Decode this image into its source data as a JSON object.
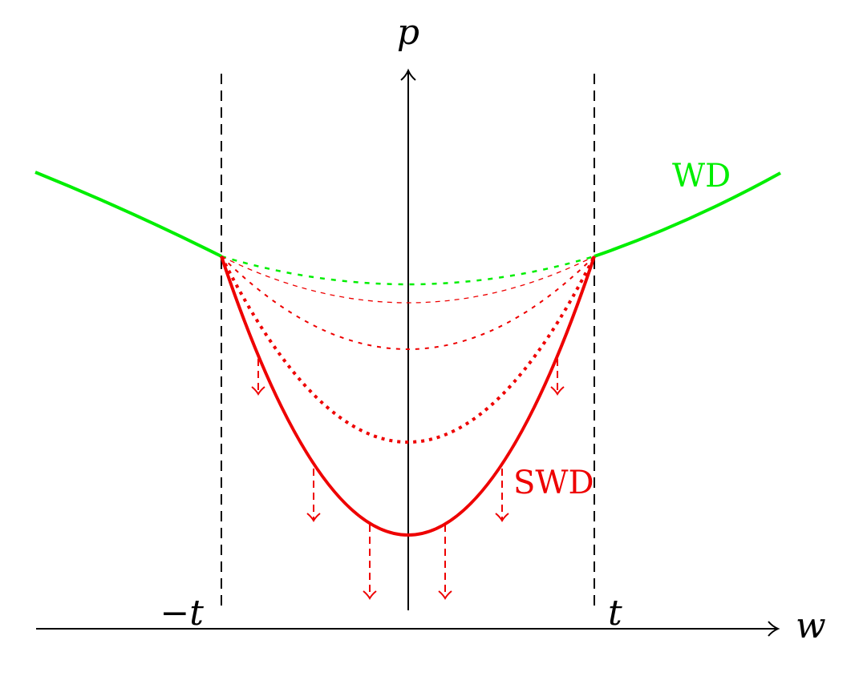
{
  "axes": {
    "x_label": "w",
    "y_label": "p"
  },
  "markers": {
    "left_label": "−t",
    "right_label": "t"
  },
  "curves": {
    "wd_label": "WD",
    "swd_label": "SWD"
  },
  "colors": {
    "wd": "#00ee00",
    "swd": "#ee0000",
    "axis": "#000000"
  }
}
